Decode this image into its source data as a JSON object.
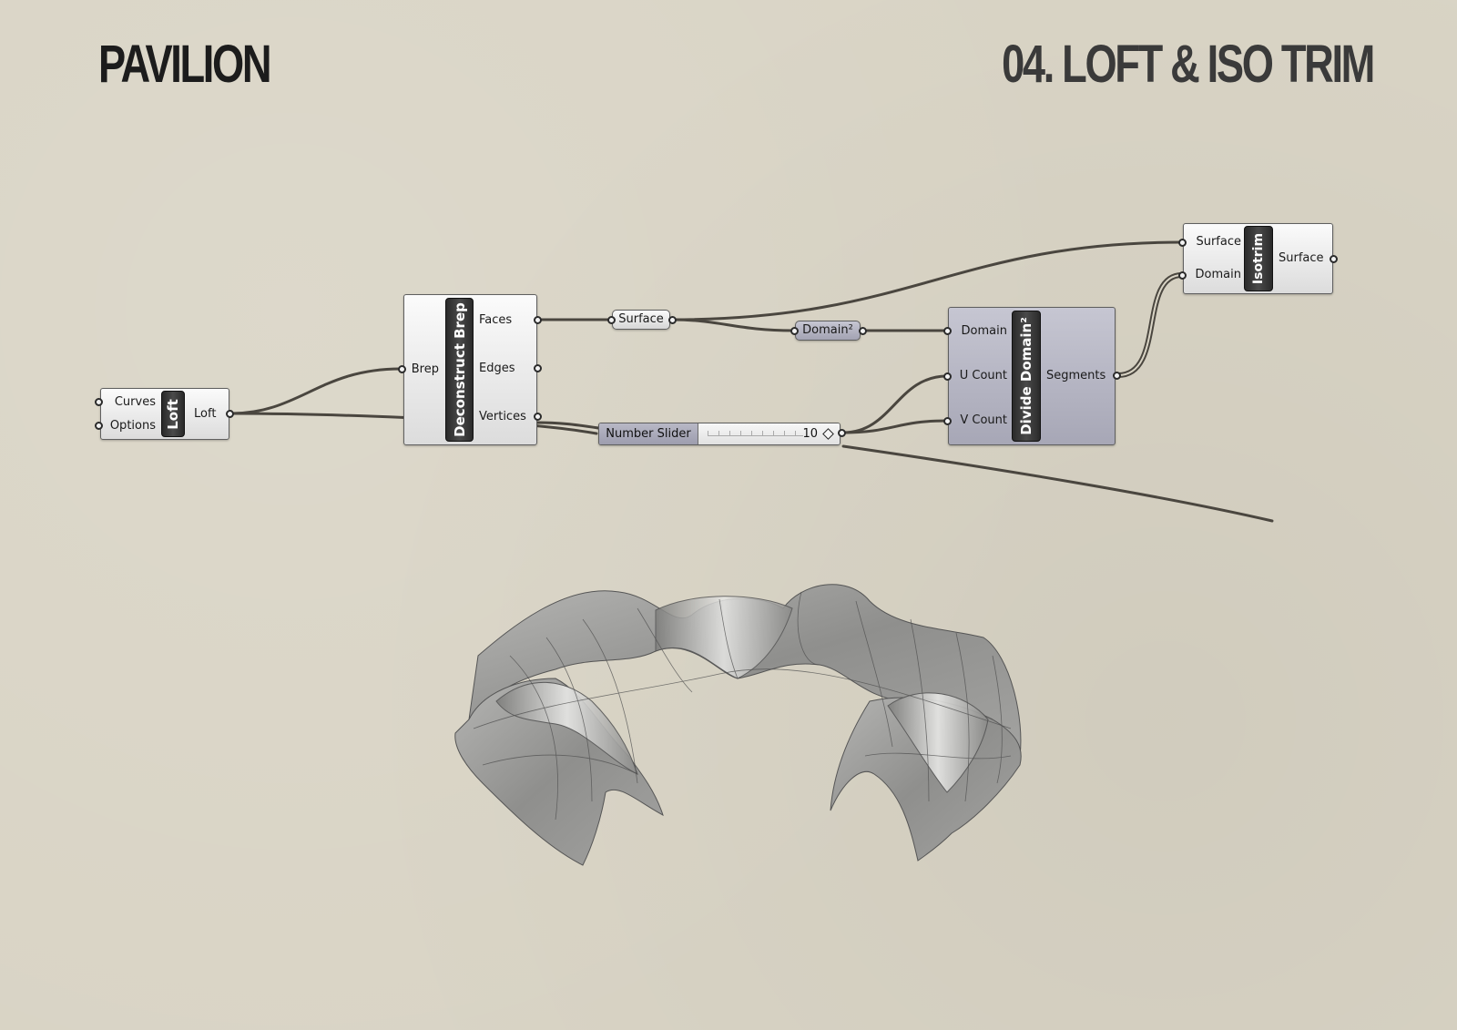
{
  "header": {
    "project": "PAVILION",
    "step": "04. LOFT & ISO TRIM"
  },
  "colors": {
    "background": "#d9d4c5",
    "wire": "#4a463f",
    "component_light": "#e6e6e6",
    "component_purple": "#b3b3c2",
    "core_dark": "#333333",
    "surface": "#9c9c9a"
  },
  "nodes": {
    "loft": {
      "name": "Loft",
      "inputs": [
        "Curves",
        "Options"
      ],
      "outputs": [
        "Loft"
      ]
    },
    "deconstruct_brep": {
      "name": "Deconstruct Brep",
      "inputs": [
        "Brep"
      ],
      "outputs": [
        "Faces",
        "Edges",
        "Vertices"
      ]
    },
    "surface_param": {
      "label": "Surface"
    },
    "domain_param": {
      "label": "Domain²"
    },
    "number_slider": {
      "label": "Number Slider",
      "value": "10"
    },
    "divide_domain": {
      "name": "Divide Domain²",
      "inputs": [
        "Domain",
        "U Count",
        "V Count"
      ],
      "outputs": [
        "Segments"
      ]
    },
    "isotrim": {
      "name": "Isotrim",
      "inputs": [
        "Surface",
        "Domain"
      ],
      "outputs": [
        "Surface"
      ]
    }
  },
  "preview": {
    "icon": "lofted-surface-preview"
  }
}
